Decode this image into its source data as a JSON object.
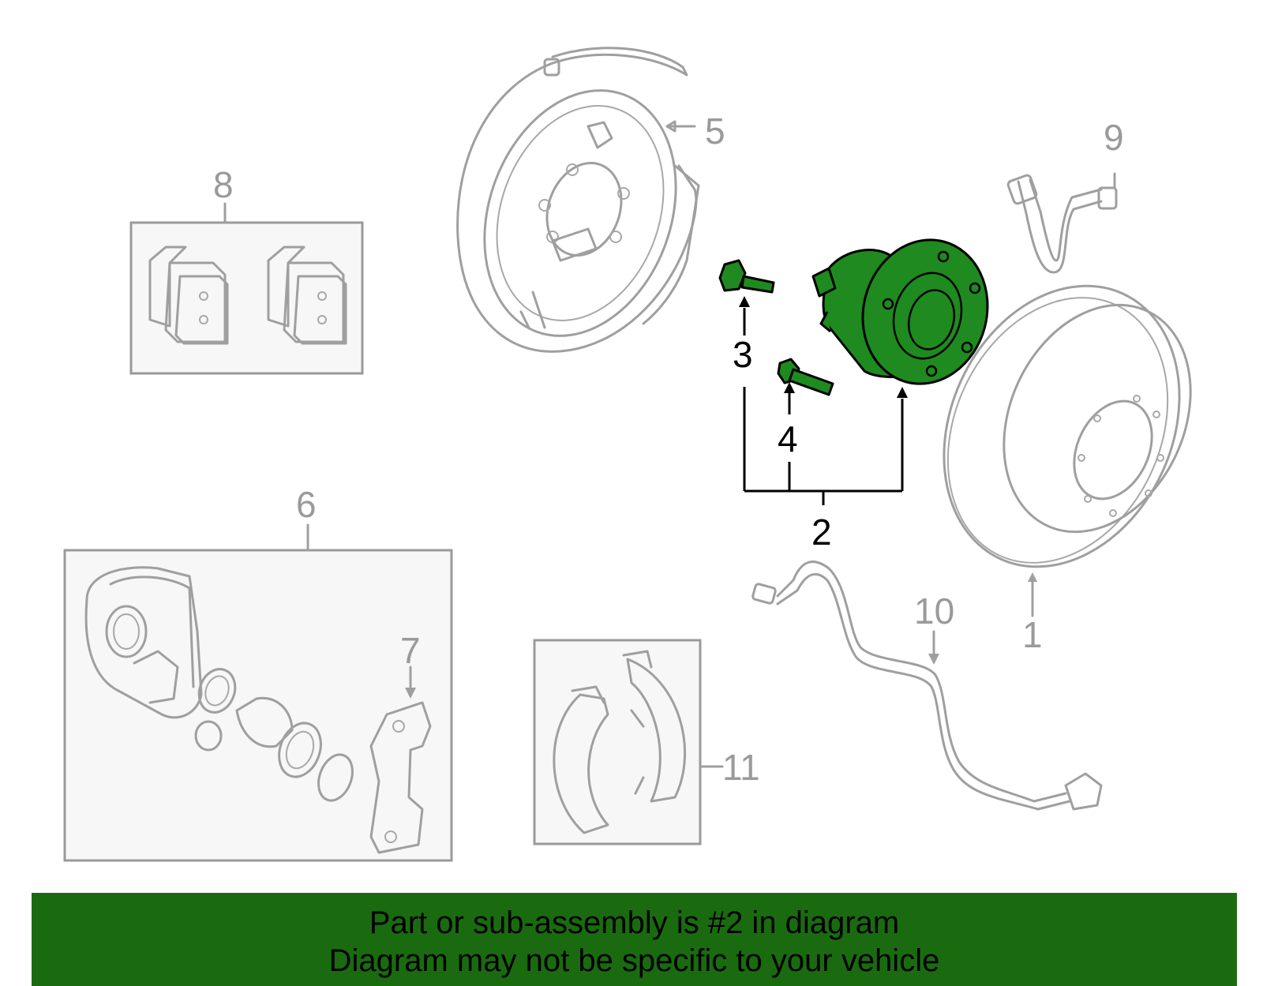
{
  "callouts": {
    "c1": "1",
    "c2": "2",
    "c3": "3",
    "c4": "4",
    "c5": "5",
    "c6": "6",
    "c7": "7",
    "c8": "8",
    "c9": "9",
    "c10": "10",
    "c11": "11"
  },
  "highlight_color": "#1f8a1f",
  "banner": {
    "line1": "Part or sub-assembly is #2 in diagram",
    "line2": "Diagram may not be specific to your vehicle",
    "background": "#1a6b10"
  }
}
